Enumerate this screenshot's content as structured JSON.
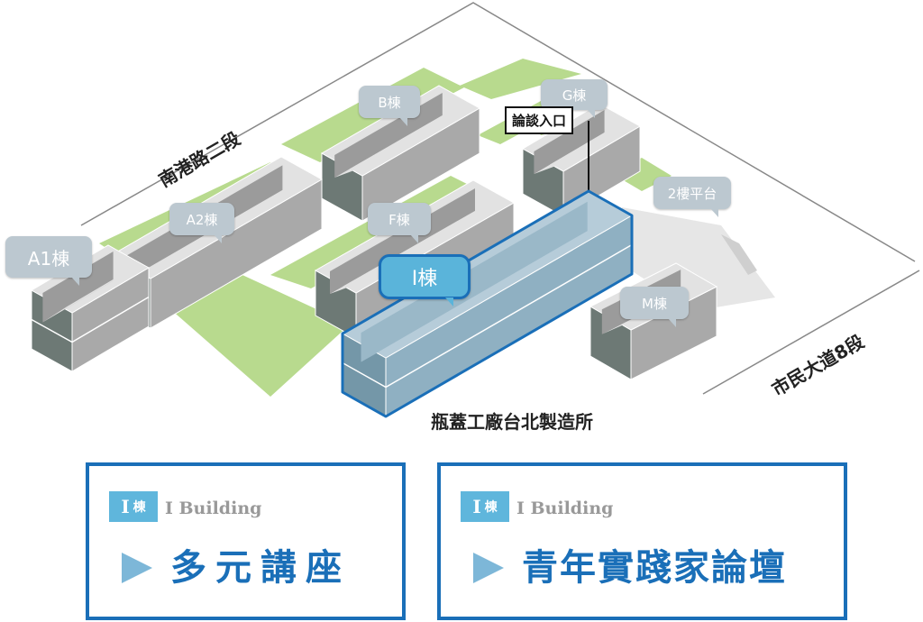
{
  "map": {
    "streets": {
      "top": "南港路二段",
      "right": "市民大道8段"
    },
    "venue": "瓶蓋工廠台北製造所",
    "entrance": "論談入口",
    "buildings": {
      "A1": "A1棟",
      "A2": "A2棟",
      "B": "B棟",
      "G": "G棟",
      "F": "F棟",
      "I": "I棟",
      "M": "M棟",
      "platform": "2樓平台"
    },
    "colors": {
      "green": "#b8da8e",
      "highlight": "#1a6fb8",
      "highlight_fill": "#8fb0c2",
      "label": "#bcc8d0"
    }
  },
  "cards": [
    {
      "badge_letter": "I",
      "badge_char": "棟",
      "building": "I Building",
      "title": "多元講座"
    },
    {
      "badge_letter": "I",
      "badge_char": "棟",
      "building": "I Building",
      "title": "青年實踐家論壇"
    }
  ]
}
